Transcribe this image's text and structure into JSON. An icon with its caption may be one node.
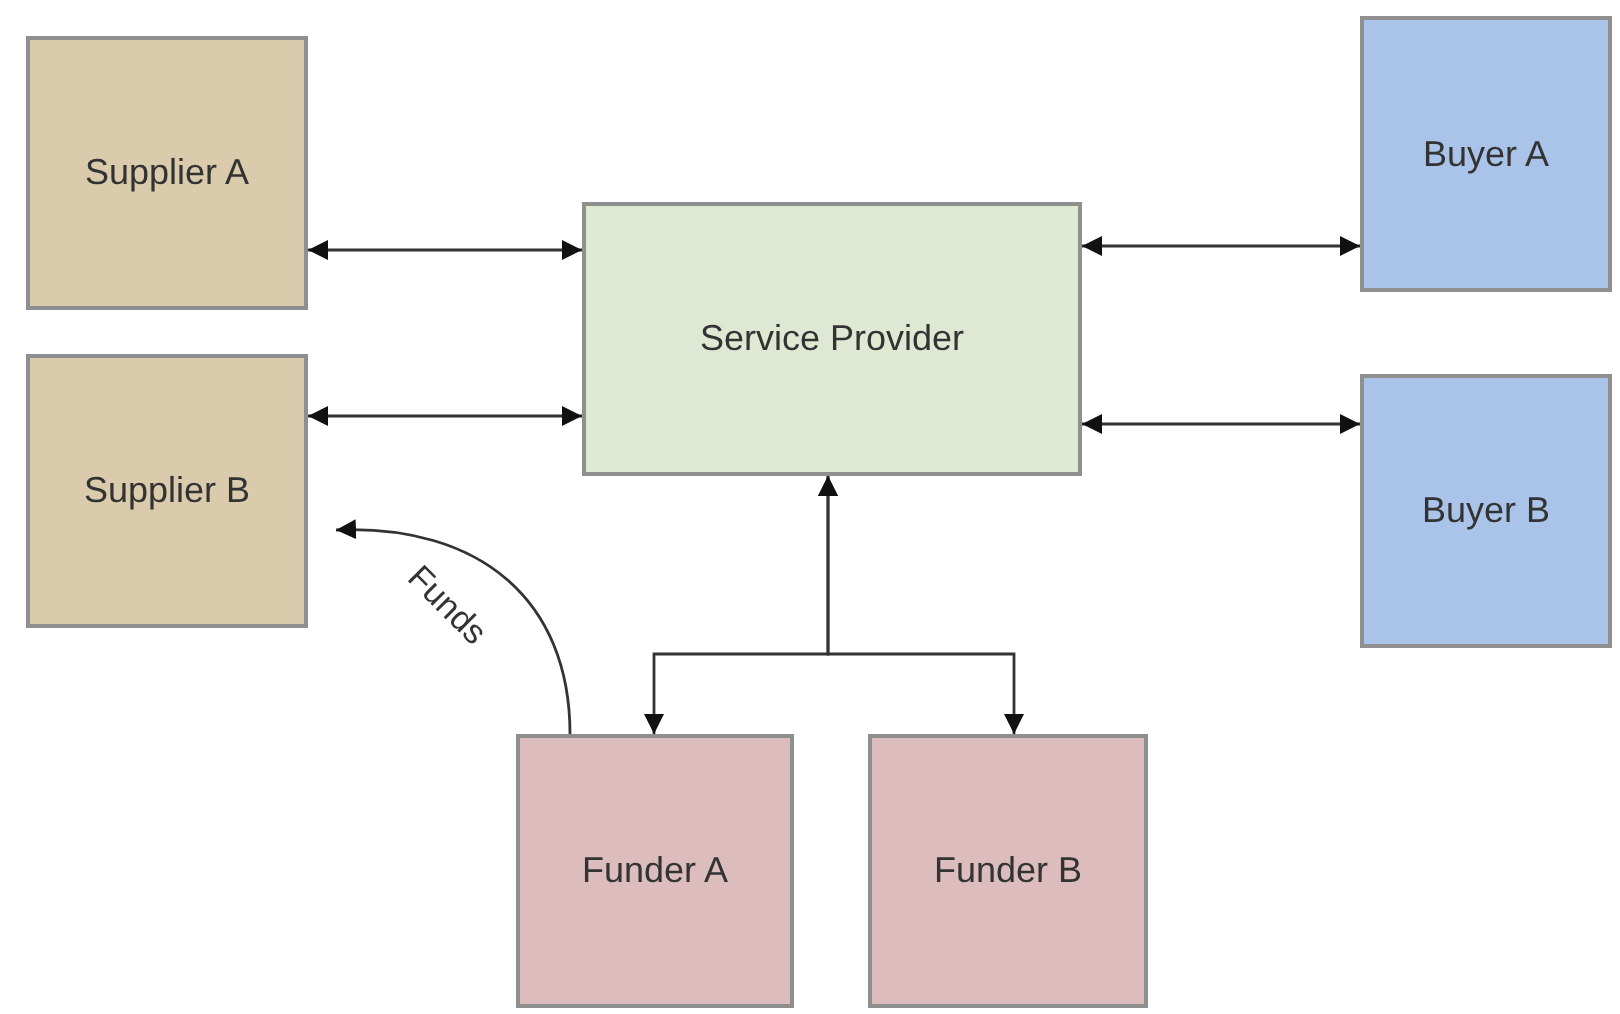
{
  "diagram": {
    "nodes": [
      {
        "text": [
          "Supplier A"
        ]
      },
      {
        "text": [
          "Supplier B"
        ]
      },
      {
        "text": [
          "Service Provider"
        ]
      },
      {
        "text": [
          "Buyer A"
        ]
      },
      {
        "text": [
          "Buyer B"
        ]
      },
      {
        "text": [
          "Funder A"
        ]
      },
      {
        "text": [
          "Funder B"
        ]
      }
    ],
    "edges": [
      {
        "from": 0,
        "to": 2,
        "arrow": "both"
      },
      {
        "from": 1,
        "to": 2,
        "arrow": "both"
      },
      {
        "from": 2,
        "to": 3,
        "arrow": "both"
      },
      {
        "from": 2,
        "to": 4,
        "arrow": "both"
      },
      {
        "from": 2,
        "to": 5,
        "arrow": "both"
      },
      {
        "from": 2,
        "to": 6,
        "arrow": "both"
      },
      {
        "from": 5,
        "to": 1,
        "arrow": "to",
        "label": "Funds"
      }
    ]
  }
}
